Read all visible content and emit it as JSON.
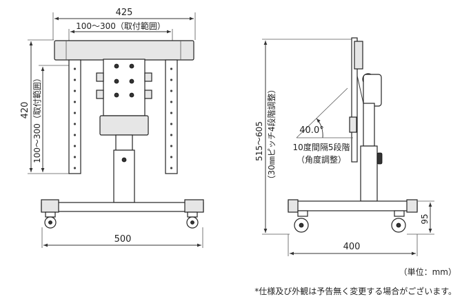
{
  "front": {
    "width_top": "425",
    "mount_range_h": "100～300（取付範囲）",
    "height_total": "420",
    "mount_range_v": "100～300（取付範囲）",
    "base_width": "500"
  },
  "side": {
    "height_range": "515～605",
    "height_steps": "（30㎜ピッチ4段階調整）",
    "angle": "40.0°",
    "tilt_line1": "10度間隔5段階",
    "tilt_line2": "（角度調整）",
    "depth": "400",
    "caster_height": "95"
  },
  "unit_label": "（単位：mm）",
  "disclaimer": "*仕様及び外観は予告無く変更する場合がございます。"
}
